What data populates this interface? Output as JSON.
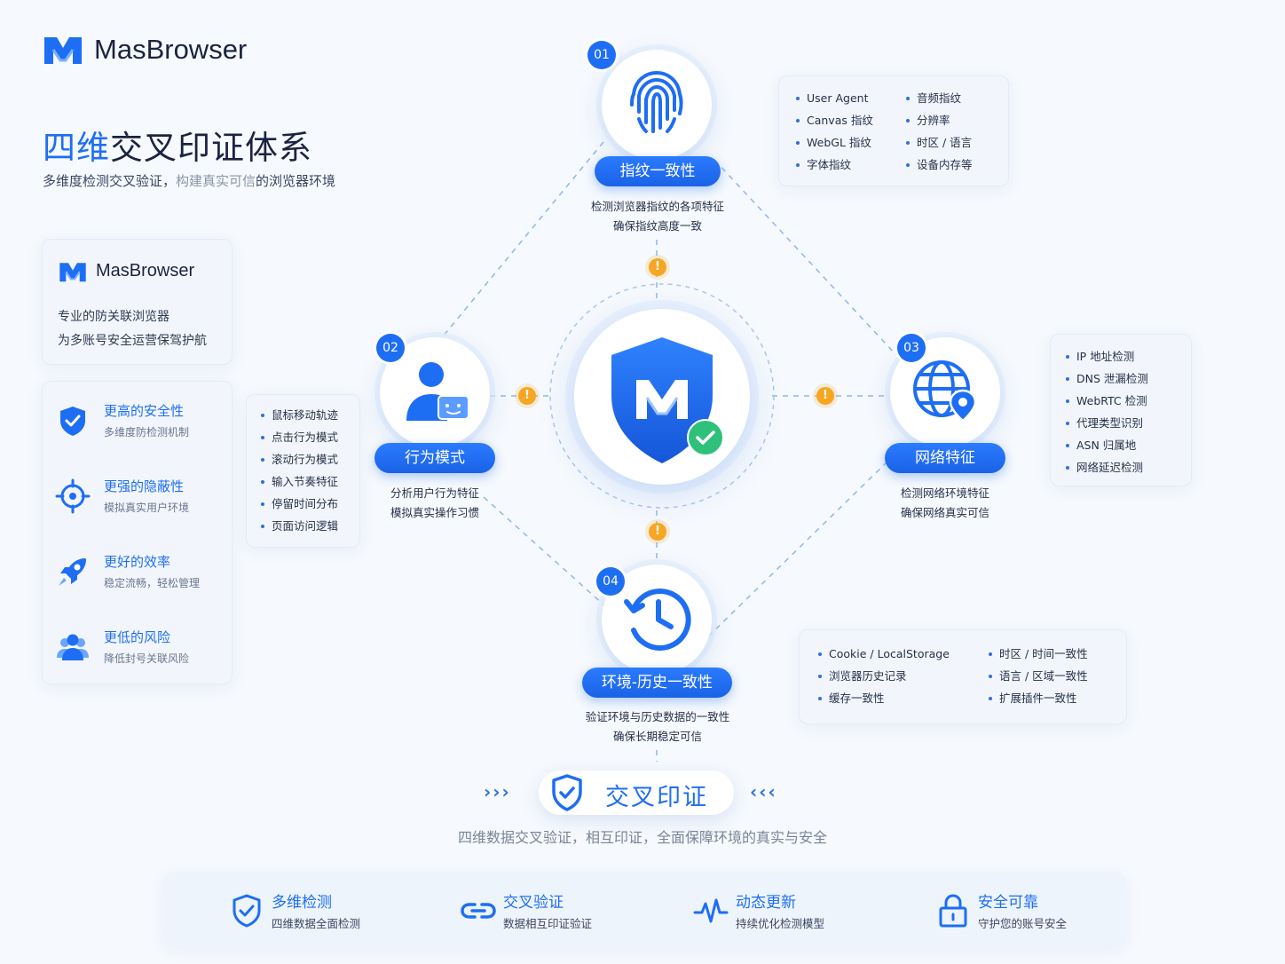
{
  "brand": {
    "name": "MasBrowser"
  },
  "header": {
    "title_highlight": "四维",
    "title_rest": "交叉印证体系",
    "subtitle_main": "多维度检测交叉验证，",
    "subtitle_muted": "构建真实可信",
    "subtitle_end": "的浏览器环境"
  },
  "brand_card": {
    "name": "MasBrowser",
    "line1": "专业的防关联浏览器",
    "line2": "为多账号安全运营保驾护航"
  },
  "features": [
    {
      "icon": "shield-check-icon",
      "title": "更高的安全性",
      "desc": "多维度防检测机制"
    },
    {
      "icon": "crosshair-icon",
      "title": "更强的隐蔽性",
      "desc": "模拟真实用户环境"
    },
    {
      "icon": "rocket-icon",
      "title": "更好的效率",
      "desc": "稳定流畅，轻松管理"
    },
    {
      "icon": "users-icon",
      "title": "更低的风险",
      "desc": "降低封号关联风险"
    }
  ],
  "nodes": {
    "fingerprint": {
      "num": "01",
      "icon": "fingerprint-icon",
      "label": "指纹一致性",
      "desc1": "检测浏览器指纹的各项特征",
      "desc2": "确保指纹高度一致",
      "items_left": [
        "User Agent",
        "Canvas 指纹",
        "WebGL 指纹",
        "字体指纹"
      ],
      "items_right": [
        "音频指纹",
        "分辨率",
        "时区 / 语言",
        "设备内存等"
      ]
    },
    "behavior": {
      "num": "02",
      "icon": "user-screen-icon",
      "label": "行为模式",
      "desc1": "分析用户行为特征",
      "desc2": "模拟真实操作习惯",
      "items": [
        "鼠标移动轨迹",
        "点击行为模式",
        "滚动行为模式",
        "输入节奏特征",
        "停留时间分布",
        "页面访问逻辑"
      ]
    },
    "network": {
      "num": "03",
      "icon": "globe-pin-icon",
      "label": "网络特征",
      "desc1": "检测网络环境特征",
      "desc2": "确保网络真实可信",
      "items": [
        "IP 地址检测",
        "DNS 泄漏检测",
        "WebRTC 检测",
        "代理类型识别",
        "ASN 归属地",
        "网络延迟检测"
      ]
    },
    "history": {
      "num": "04",
      "icon": "history-clock-icon",
      "label": "环境-历史一致性",
      "desc1": "验证环境与历史数据的一致性",
      "desc2": "确保长期稳定可信",
      "items_left": [
        "Cookie / LocalStorage",
        "浏览器历史记录",
        "缓存一致性"
      ],
      "items_right": [
        "时区 / 时间一致性",
        "语言 / 区域一致性",
        "扩展插件一致性"
      ]
    }
  },
  "verify": {
    "label": "交叉印证",
    "arrows_left": "›››",
    "arrows_right": "‹‹‹",
    "desc": "四维数据交叉验证，相互印证，全面保障环境的真实与安全"
  },
  "bottom": [
    {
      "icon": "shield-check-icon",
      "title": "多维检测",
      "desc": "四维数据全面检测"
    },
    {
      "icon": "link-icon",
      "title": "交叉验证",
      "desc": "数据相互印证验证"
    },
    {
      "icon": "pulse-icon",
      "title": "动态更新",
      "desc": "持续优化检测模型"
    },
    {
      "icon": "lock-icon",
      "title": "安全可靠",
      "desc": "守护您的账号安全"
    }
  ],
  "colors": {
    "accent": "#1e6ef4",
    "warning": "#f5a623",
    "success": "#2fc17a"
  }
}
